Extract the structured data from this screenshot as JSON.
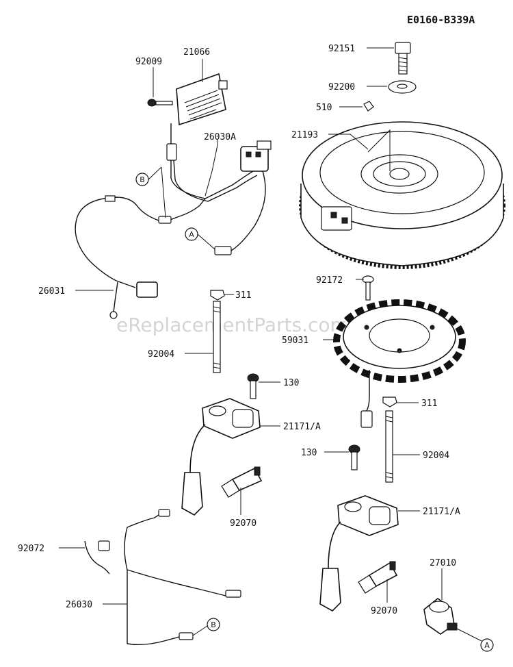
{
  "diagram_code": "E0160-B339A",
  "watermark": "eReplacementParts.com",
  "parts": {
    "p92151": "92151",
    "p92200": "92200",
    "p510": "510",
    "p21193": "21193",
    "p21066": "21066",
    "p92009": "92009",
    "p26030A": "26030A",
    "p26031": "26031",
    "p311_left": "311",
    "p92004_left": "92004",
    "p130_left": "130",
    "p21171A_left": "21171/A",
    "p92070_left": "92070",
    "p92172": "92172",
    "p59031": "59031",
    "p311_right": "311",
    "p130_right": "130",
    "p92004_right": "92004",
    "p21171A_right": "21171/A",
    "p92070_right": "92070",
    "p92072": "92072",
    "p26030": "26030",
    "p27010": "27010"
  },
  "connectors": {
    "ref_a_top": "A",
    "ref_b_top": "B",
    "ref_b_bottom": "B",
    "ref_a_bottom": "A"
  }
}
